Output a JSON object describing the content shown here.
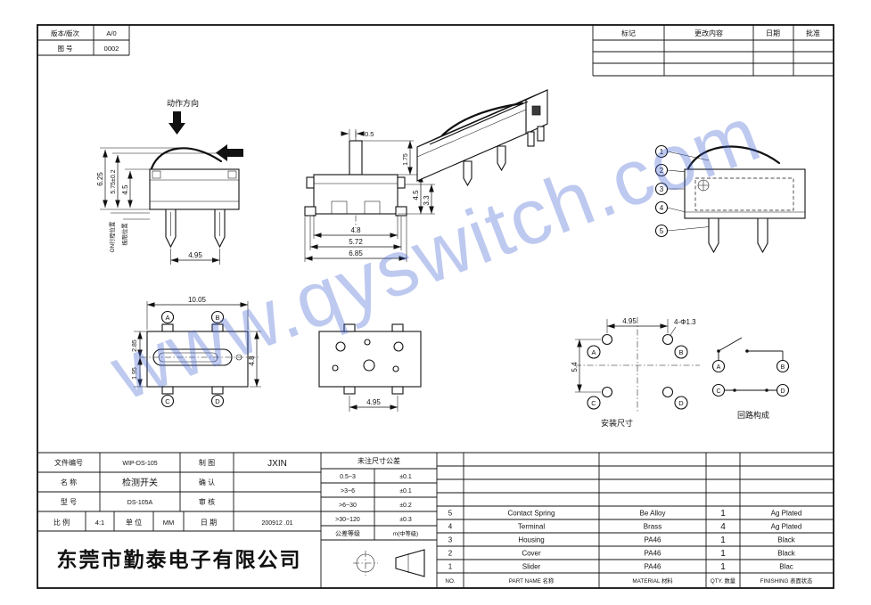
{
  "version_table": {
    "version_label": "版本/版次",
    "version_value": "A/0",
    "drawing_no_label": "图 号",
    "drawing_no_value": "0002"
  },
  "revision_table": {
    "col_mark": "标记",
    "col_change": "更改内容",
    "col_date": "日期",
    "col_approve": "批准"
  },
  "watermark": "www.qyswitch.com",
  "views": {
    "side": {
      "caption": "动作方向",
      "dim_total": "6.25",
      "dim_lever": "5.75±0.2",
      "dim_body": "4.5",
      "on_stroke": "ON行程位置",
      "limit": "极限位置",
      "dim_pitch": "4.95"
    },
    "front": {
      "dim_offset": "0.5",
      "dim_act": "1.75",
      "dim_body": "4.5",
      "dim_leg": "3.3",
      "dim_w1": "4.8",
      "dim_w2": "5.72",
      "dim_w3": "6.85"
    },
    "balloon": {
      "n1": "1",
      "n2": "2",
      "n3": "3",
      "n4": "4",
      "n5": "5"
    },
    "bottom": {
      "dim_width": "10.05",
      "dim_a": "2.85",
      "dim_b": "1.95",
      "dim_h": "4.8",
      "ta": "A",
      "tb": "B",
      "tc": "C",
      "td": "D"
    },
    "mid_bottom": {
      "dim_pitch": "4.95"
    },
    "mount": {
      "dim_pitch": "4.95",
      "hole_note": "4-Φ1.3",
      "dim_v": "5.4",
      "ta": "A",
      "tb": "B",
      "tc": "C",
      "td": "D",
      "caption": "安装尺寸"
    },
    "circuit": {
      "ta": "A",
      "tb": "B",
      "tc": "C",
      "td": "D",
      "caption": "回路构成"
    }
  },
  "title_block": {
    "file_label": "文件编号",
    "file_value": "WIP-DS-105",
    "draw_label": "制 图",
    "draw_value": "JXIN",
    "name_label": "名 称",
    "name_value": "检测开关",
    "confirm_label": "确 认",
    "model_label": "型 号",
    "model_value": "DS-105A",
    "check_label": "审 核",
    "scale_label": "比 例",
    "scale_value": "4:1",
    "unit_label": "单 位",
    "unit_value": "MM",
    "date_label": "日 期",
    "date_value": "200912 .01",
    "company": "东莞市勤泰电子有限公司"
  },
  "tolerance": {
    "title": "未注尺寸公差",
    "r1_range": "0.5~3",
    "r1_tol": "±0.1",
    "r2_range": ">3~6",
    "r2_tol": "±0.1",
    "r3_range": ">6~30",
    "r3_tol": "±0.2",
    "r4_range": ">30~120",
    "r4_tol": "±0.3",
    "r5_range": "公差等级",
    "r5_tol": "m(中等级)"
  },
  "bom": {
    "rows": [
      {
        "no": "5",
        "part": "Contact Spring",
        "mat": "Be Alloy",
        "qty": "1",
        "fin": "Ag Plated"
      },
      {
        "no": "4",
        "part": "Terminal",
        "mat": "Brass",
        "qty": "4",
        "fin": "Ag Plated"
      },
      {
        "no": "3",
        "part": "Housing",
        "mat": "PA46",
        "qty": "1",
        "fin": "Black"
      },
      {
        "no": "2",
        "part": "Cover",
        "mat": "PA46",
        "qty": "1",
        "fin": "Black"
      },
      {
        "no": "1",
        "part": "Slider",
        "mat": "PA46",
        "qty": "1",
        "fin": "Blac"
      }
    ],
    "h_no": "NO.",
    "h_part": "PART NAME 名称",
    "h_mat": "MATERIAL 材料",
    "h_qty": "QTY. 数量",
    "h_fin": "FINISHING 表面状态"
  }
}
